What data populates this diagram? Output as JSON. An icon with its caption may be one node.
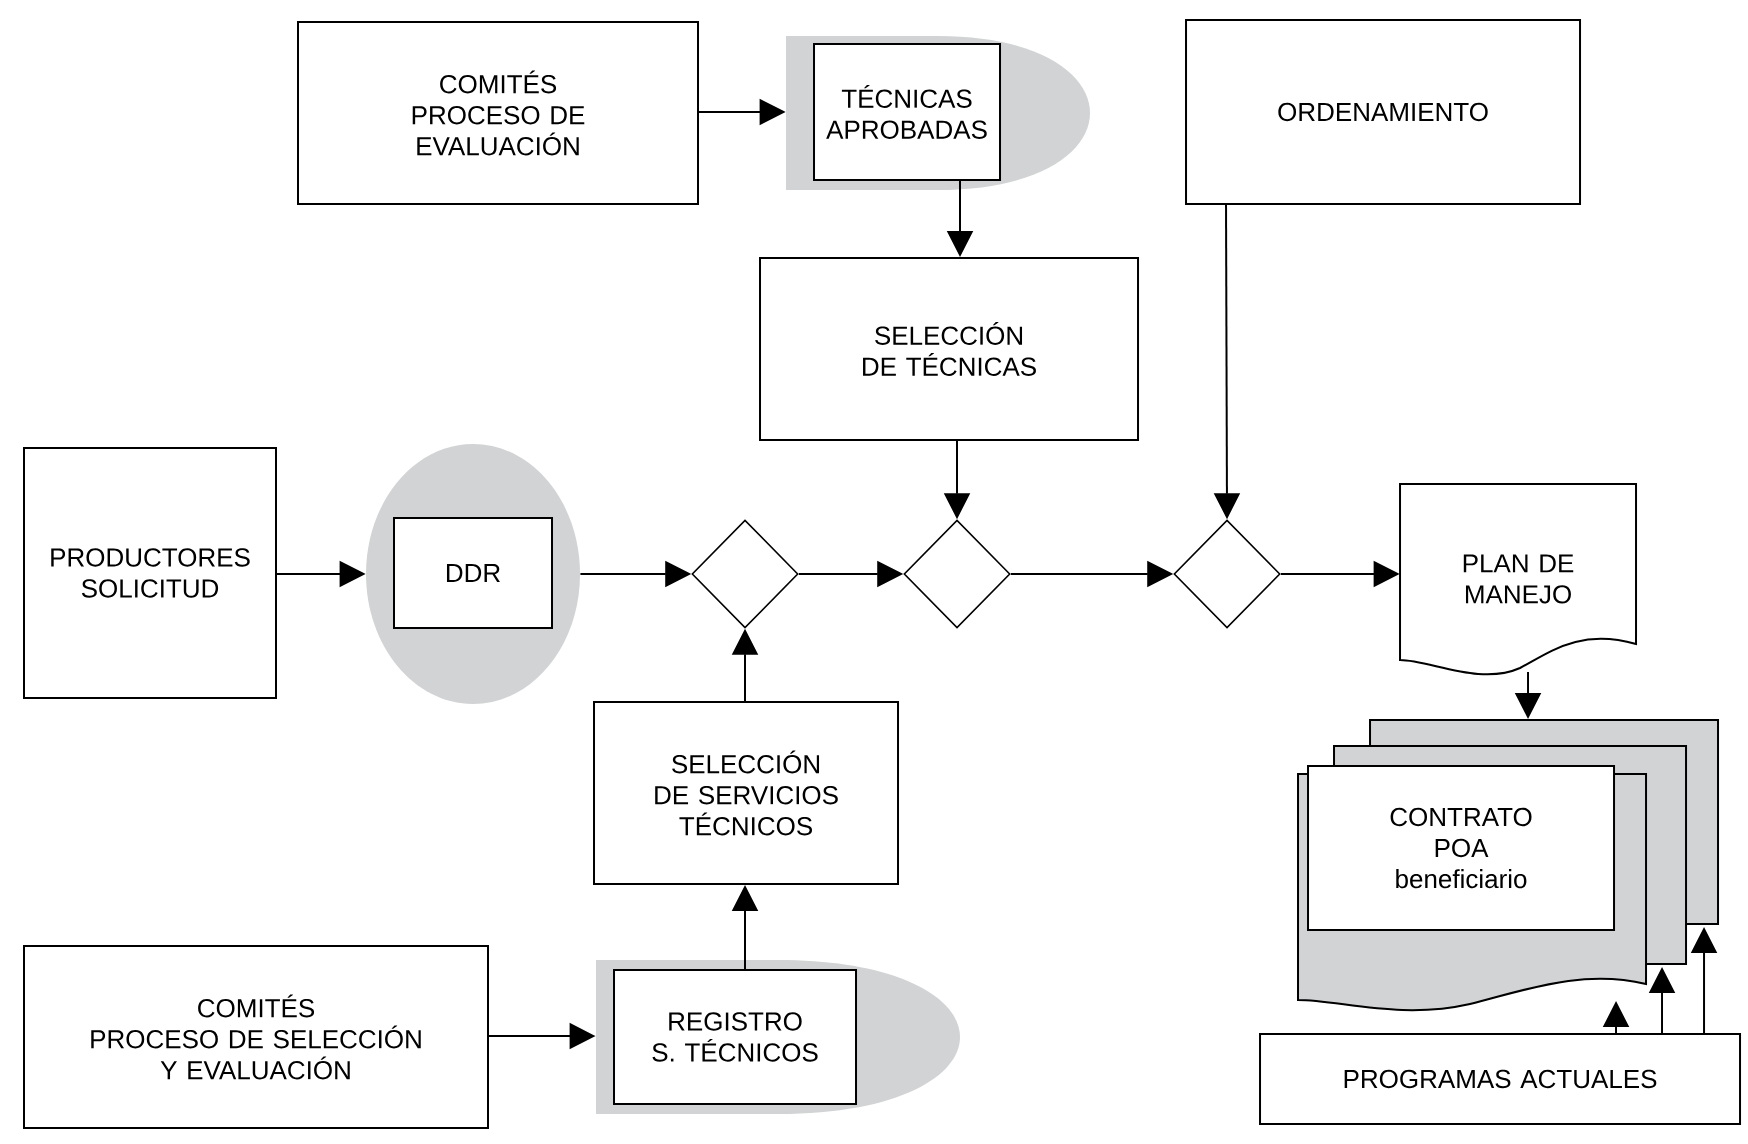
{
  "diagram": {
    "nodes": [
      {
        "text": [
          "COMITÉS",
          "PROCESO DE EVALUACIÓN"
        ]
      },
      {
        "text": [],
        "shape": "bullet"
      },
      {
        "text": [
          "TÉCNICAS APROBADAS"
        ],
        "in": 1
      },
      {
        "text": [
          "ORDENAMIENTO"
        ]
      },
      {
        "text": [
          "SELECCIÓN DE TÉCNICAS"
        ]
      },
      {
        "text": [
          "PRODUCTORES SOLICITUD"
        ]
      },
      {
        "text": [],
        "shape": "ellipse"
      },
      {
        "text": [
          "DDR"
        ],
        "in": 6
      },
      {
        "text": [],
        "shape": "diamond"
      },
      {
        "text": [],
        "shape": "diamond"
      },
      {
        "text": [],
        "shape": "diamond"
      },
      {
        "text": [
          "PLAN DE MANEJO"
        ]
      },
      {
        "text": [
          "CONTRATO POA beneficiario"
        ]
      },
      {
        "text": [
          "SELECCIÓN DE SERVICIOS TÉCNICOS"
        ]
      },
      {
        "text": [
          "COMITÉS",
          "PROCESO DE SELECCIÓN Y EVALUACIÓN"
        ]
      },
      {
        "text": [],
        "shape": "bullet"
      },
      {
        "text": [
          "REGISTRO S. TÉCNICOS"
        ],
        "in": 15
      },
      {
        "text": [
          "PROGRAMAS ACTUALES"
        ]
      }
    ],
    "edges": [
      {
        "from": 0,
        "to": 1,
        "arrow": "to"
      },
      {
        "from": 2,
        "to": 4,
        "arrow": "to"
      },
      {
        "from": 3,
        "to": 10,
        "arrow": "to"
      },
      {
        "from": 5,
        "to": 6,
        "arrow": "to"
      },
      {
        "from": 6,
        "to": 8,
        "arrow": "to"
      },
      {
        "from": 8,
        "to": 9,
        "arrow": "to"
      },
      {
        "from": 4,
        "to": 9,
        "arrow": "to"
      },
      {
        "from": 9,
        "to": 10,
        "arrow": "to"
      },
      {
        "from": 10,
        "to": 11,
        "arrow": "to"
      },
      {
        "from": 13,
        "to": 8,
        "arrow": "to"
      },
      {
        "from": 14,
        "to": 15,
        "arrow": "to"
      },
      {
        "from": 16,
        "to": 13,
        "arrow": "to"
      },
      {
        "from": 11,
        "to": 12,
        "arrow": "to"
      },
      {
        "from": 17,
        "to": 12,
        "arrow": "to"
      },
      {
        "from": 17,
        "to": 12,
        "arrow": "to"
      },
      {
        "from": 17,
        "to": 12,
        "arrow": "to"
      }
    ]
  }
}
